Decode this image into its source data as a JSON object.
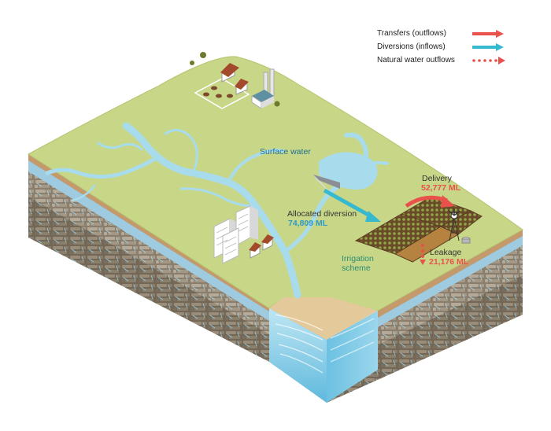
{
  "legend": {
    "items": [
      {
        "label": "Transfers (outflows)",
        "color": "#e8524a",
        "style": "solid-arrow"
      },
      {
        "label": "Diversions (inflows)",
        "color": "#36b9cf",
        "style": "solid-arrow"
      },
      {
        "label": "Natural water outflows",
        "color": "#e8524a",
        "style": "dotted-arrow"
      }
    ]
  },
  "labels": {
    "surface_water": "Surface water",
    "allocated_diversion": "Allocated diversion",
    "allocated_diversion_value": "74,809 ML",
    "delivery": "Delivery",
    "delivery_value": "52,777 ML",
    "leakage": "Leakage",
    "leakage_value": "21,176 ML",
    "irrigation_line1": "Irrigation",
    "irrigation_line2": "scheme"
  },
  "colors": {
    "grass": "#c8d688",
    "water": "#9fd8ea",
    "label_blue": "#1e6f8f",
    "value_blue": "#2e9bc4",
    "value_red": "#e8524a",
    "label_green": "#2a8d73",
    "soil": "#c49a6c",
    "rock": "#8a7a66"
  }
}
